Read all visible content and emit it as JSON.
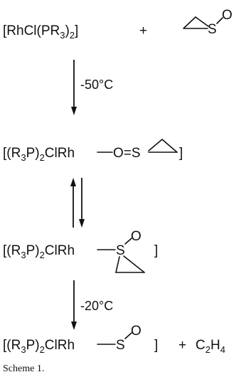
{
  "scheme": {
    "caption": "Scheme 1.",
    "reactant_complex": {
      "pre": "[RhCl(PR",
      "sub": "3",
      "mid": ")",
      "sub2": "2",
      "post": "]"
    },
    "plus": "+",
    "sulfoxide_label": "S",
    "oxygen_label": "O",
    "step1_condition": "-50°C",
    "step3_condition": "-20°C",
    "complex_prefix": {
      "open": "[(R",
      "sub": "3",
      "mid": "P)",
      "sub2": "2",
      "rest": "ClRh"
    },
    "o_bound_link": "O=S",
    "close_bracket": "]",
    "ethylene": {
      "pre": "C",
      "sub": "2",
      "mid": "H",
      "sub2": "4"
    }
  }
}
